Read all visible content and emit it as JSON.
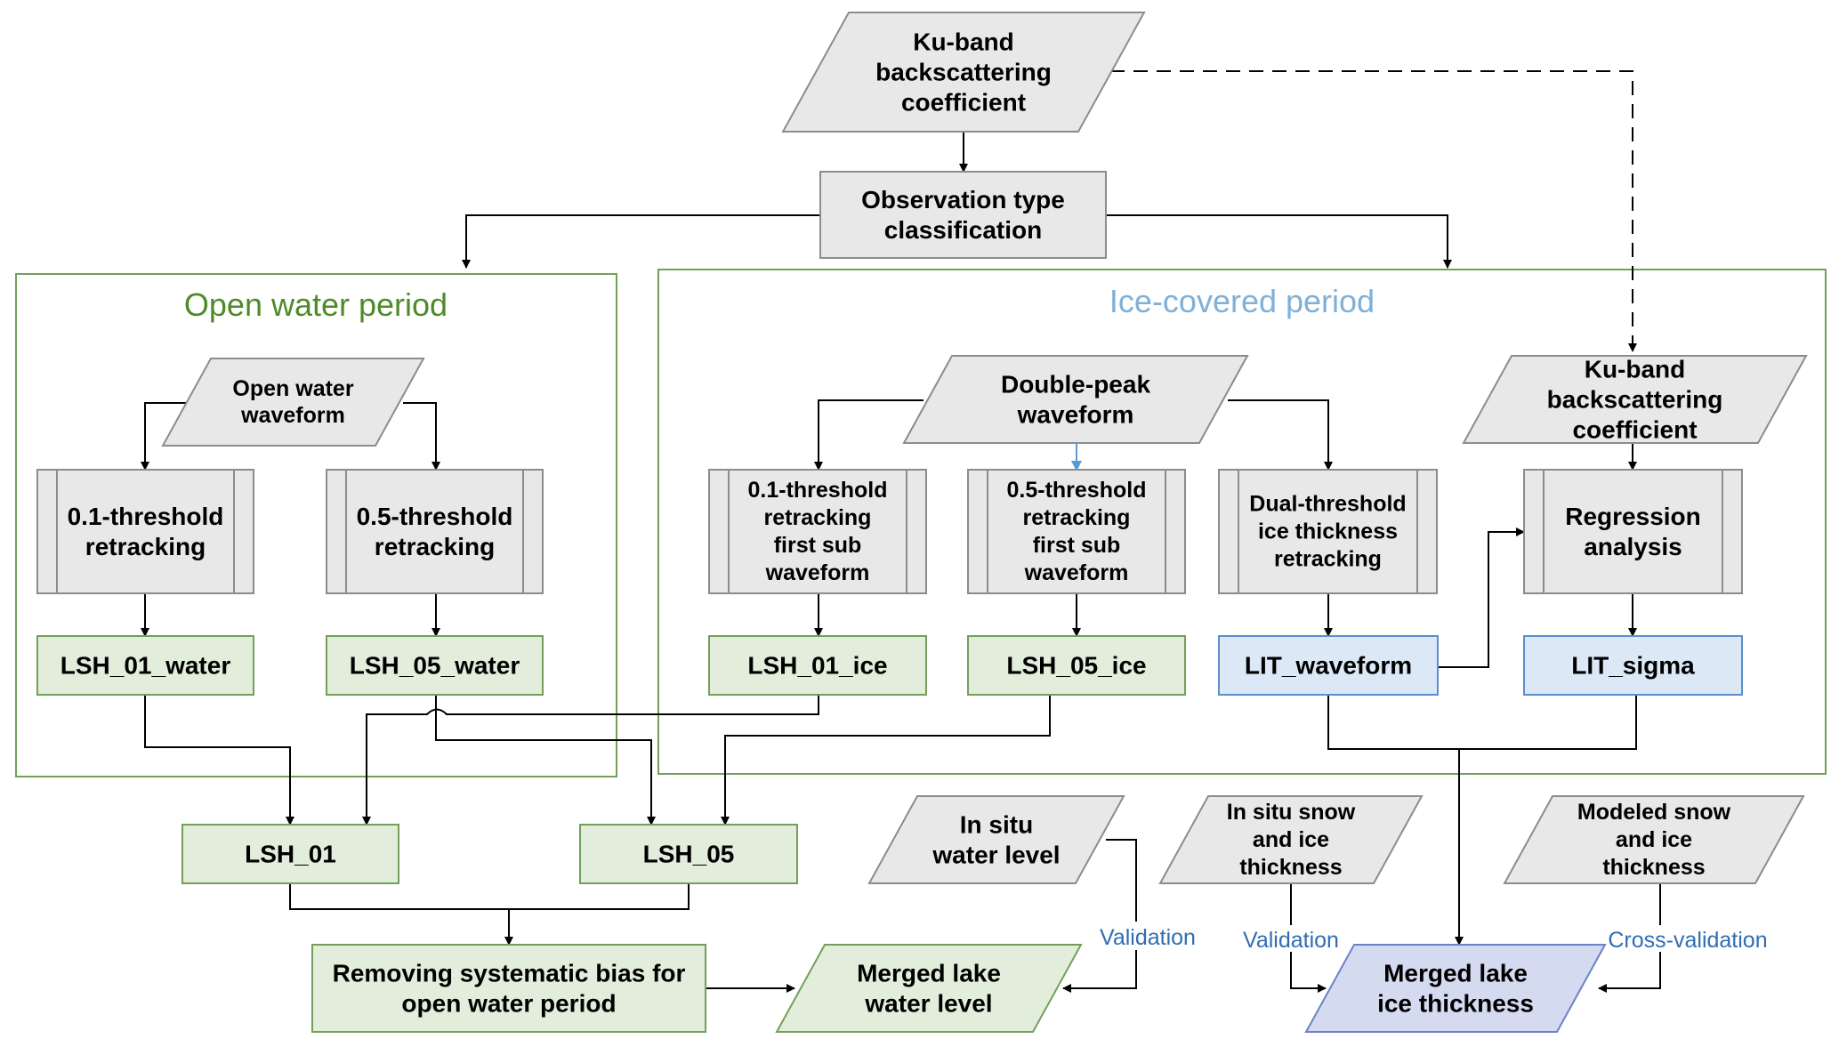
{
  "colors": {
    "gray_fill": "#e8e8e8",
    "gray_stroke": "#8c8c8c",
    "green_fill": "#e2eedb",
    "green_stroke": "#72a05a",
    "blue_fill": "#dce8f5",
    "blue_stroke": "#5b8fc9",
    "lavender_fill": "#d4daf0",
    "lavender_stroke": "#6b82c4",
    "open_water_title": "#4f8a2a",
    "ice_title": "#7fb0d8",
    "validation_text": "#2f6db3"
  },
  "sections": {
    "open_water": "Open water period",
    "ice_covered": "Ice-covered period"
  },
  "nodes": {
    "ku_top": [
      "Ku-band",
      "backscattering",
      "coefficient"
    ],
    "obs_class": [
      "Observation type",
      "classification"
    ],
    "open_wf": [
      "Open water",
      "waveform"
    ],
    "thr01_water": [
      "0.1-threshold",
      "retracking"
    ],
    "thr05_water": [
      "0.5-threshold",
      "retracking"
    ],
    "lsh01_water": [
      "LSH_01_water"
    ],
    "lsh05_water": [
      "LSH_05_water"
    ],
    "double_peak": [
      "Double-peak",
      "waveform"
    ],
    "thr01_ice": [
      "0.1-threshold",
      "retracking",
      "first sub",
      "waveform"
    ],
    "thr05_ice": [
      "0.5-threshold",
      "retracking",
      "first sub",
      "waveform"
    ],
    "dual_thr": [
      "Dual-threshold",
      "ice thickness",
      "retracking"
    ],
    "ku_right": [
      "Ku-band",
      "backscattering",
      "coefficient"
    ],
    "regression": [
      "Regression",
      "analysis"
    ],
    "lsh01_ice": [
      "LSH_01_ice"
    ],
    "lsh05_ice": [
      "LSH_05_ice"
    ],
    "lit_waveform": [
      "LIT_waveform"
    ],
    "lit_sigma": [
      "LIT_sigma"
    ],
    "lsh01": [
      "LSH_01"
    ],
    "lsh05": [
      "LSH_05"
    ],
    "insitu_wl": [
      "In situ",
      "water level"
    ],
    "insitu_snow": [
      "In situ snow",
      "and ice",
      "thickness"
    ],
    "modeled_snow": [
      "Modeled snow",
      "and ice",
      "thickness"
    ],
    "removing_bias": [
      "Removing systematic bias for",
      "open water period"
    ],
    "merged_wl": [
      "Merged lake",
      "water level"
    ],
    "merged_it": [
      "Merged lake",
      "ice thickness"
    ]
  },
  "edge_labels": {
    "validation_wl": "Validation",
    "validation_it": "Validation",
    "cross_validation": "Cross-validation"
  }
}
